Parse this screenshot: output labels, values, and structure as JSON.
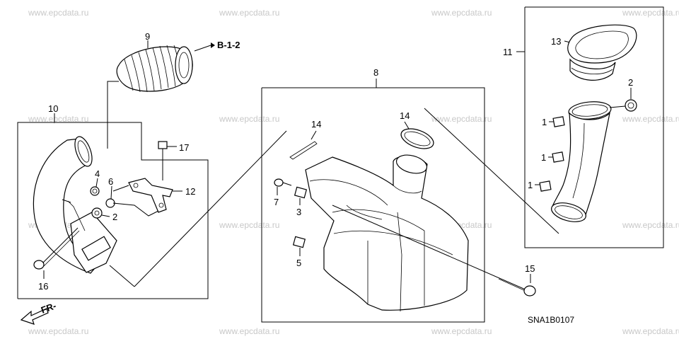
{
  "watermark": "www.epcdata.ru",
  "callouts": {
    "p1a": "1",
    "p1b": "1",
    "p1c": "1",
    "p2a": "2",
    "p2b": "2",
    "p3": "3",
    "p4": "4",
    "p5": "5",
    "p6": "6",
    "p7": "7",
    "p8": "8",
    "p9": "9",
    "p10": "10",
    "p11": "11",
    "p12": "12",
    "p13": "13",
    "p14a": "14",
    "p14b": "14",
    "p15": "15",
    "p16": "16",
    "p17": "17"
  },
  "reference": "B-1-2",
  "front_label": "FR-",
  "diagram_code": "SNA1B0107"
}
